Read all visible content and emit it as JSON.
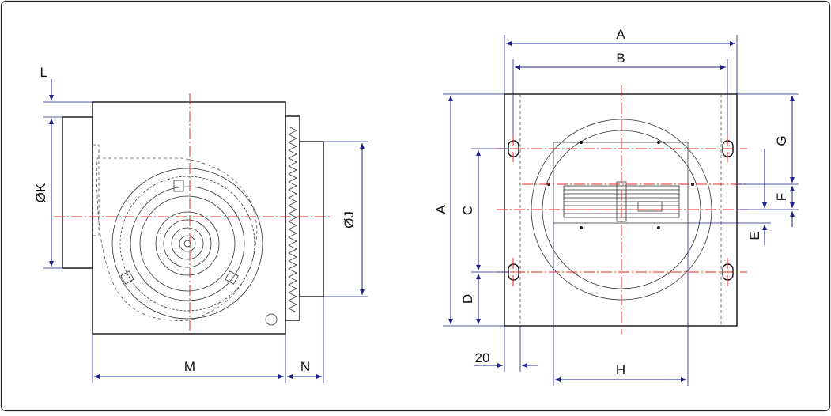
{
  "drawing": {
    "side_view": {
      "labels": {
        "L": "L",
        "K": "ØK",
        "J": "ØJ",
        "M": "M",
        "N": "N"
      }
    },
    "front_view": {
      "labels": {
        "A_top": "A",
        "B": "B",
        "A_left": "A",
        "C": "C",
        "D": "D",
        "G": "G",
        "F": "F",
        "E": "E",
        "H": "H",
        "twenty": "20"
      }
    }
  },
  "colors": {
    "dimension": "#1d1f8a",
    "centerline": "#e0282a",
    "outline": "#111111"
  }
}
